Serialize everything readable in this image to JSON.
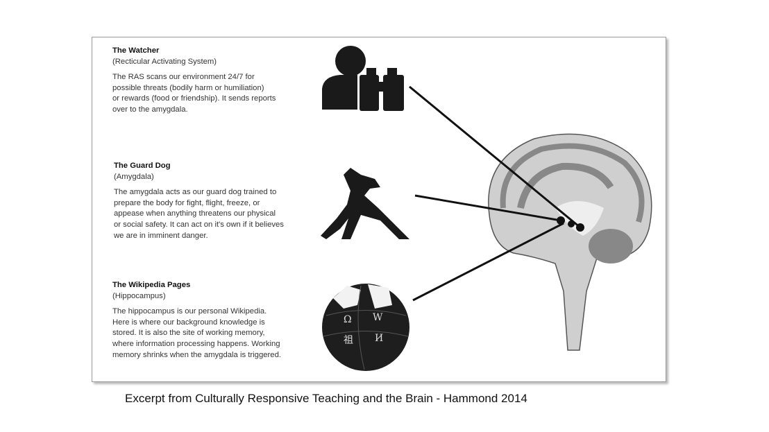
{
  "sections": [
    {
      "title": "The Watcher",
      "subtitle": "(Recticular Activating System)",
      "lines": [
        "The RAS scans our environment 24/7 for",
        "possible threats (bodily harm or humiliation)",
        "or rewards (food or friendship). It sends reports",
        "over to the amygdala."
      ],
      "icon": "person-binoculars-icon"
    },
    {
      "title": "The Guard Dog",
      "subtitle": "(Amygdala)",
      "lines": [
        "The amygdala acts as our guard dog trained to",
        "prepare the body for fight, flight, freeze, or",
        "appease when anything threatens our physical",
        "or social safety. It can act on it's own if it believes",
        "we are in imminent danger."
      ],
      "icon": "guard-dog-icon"
    },
    {
      "title": "The Wikipedia Pages",
      "subtitle": "(Hippocampus)",
      "lines": [
        "The hippocampus is our personal Wikipedia.",
        "Here is where our background knowledge is",
        "stored. It is also the site of working memory,",
        "where information processing happens. Working",
        "memory shrinks when the amygdala is triggered."
      ],
      "icon": "wikipedia-globe-icon"
    }
  ],
  "caption": "Excerpt from Culturally Responsive Teaching and the Brain - Hammond 2014"
}
